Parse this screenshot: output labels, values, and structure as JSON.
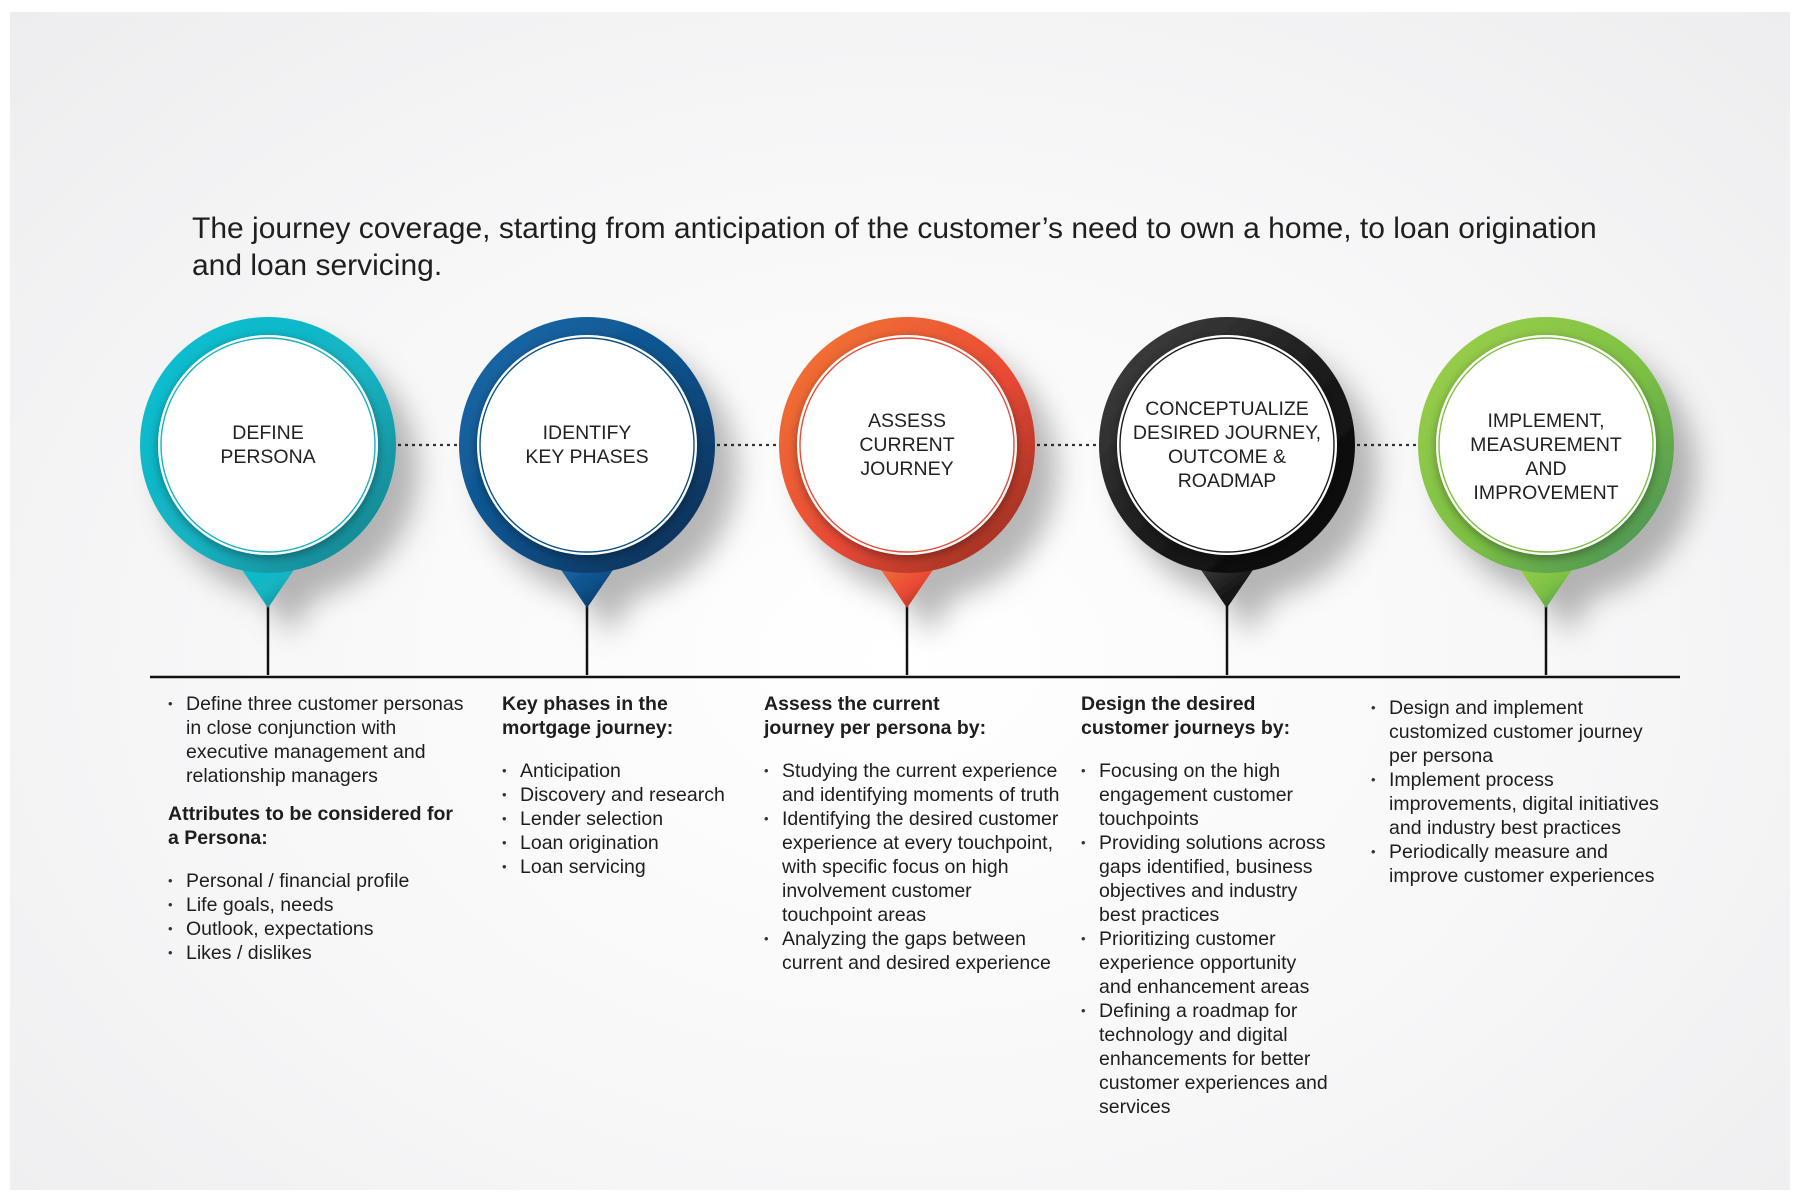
{
  "headline": "The journey coverage, starting from anticipation of the customer’s need to own a home, to loan origination and loan servicing.",
  "stages": [
    {
      "label": [
        "DEFINE",
        "PERSONA"
      ],
      "colors": [
        "#14b3c2",
        "#0bc0d3",
        "#1a7a83"
      ],
      "details": {
        "bullets_top": [
          "Define three customer personas in close conjunction with executive management and relationship managers"
        ],
        "subheading": "Attributes to be considered for a Persona:",
        "bullets": [
          "Personal / financial profile",
          "Life goals, needs",
          "Outlook, expectations",
          "Likes / dislikes"
        ]
      }
    },
    {
      "label": [
        "IDENTIFY",
        "KEY PHASES"
      ],
      "colors": [
        "#0b4f88",
        "#1c6cad",
        "#06284a"
      ],
      "details": {
        "heading": "Key phases in the mortgage journey:",
        "bullets": [
          "Anticipation",
          "Discovery and research",
          "Lender selection",
          "Loan origination",
          "Loan servicing"
        ]
      }
    },
    {
      "label": [
        "ASSESS",
        "CURRENT",
        "JOURNEY"
      ],
      "colors": [
        "#ea4a36",
        "#f27a32",
        "#8a2a1c"
      ],
      "details": {
        "heading": "Assess the current journey per persona by:",
        "bullets": [
          "Studying the current experience and identifying moments of truth",
          "Identifying the desired customer experience at every touchpoint, with specific focus on high involvement customer touchpoint areas",
          "Analyzing the gaps between current and desired experience"
        ]
      }
    },
    {
      "label": [
        "CONCEPTUALIZE",
        "DESIRED JOURNEY,",
        "OUTCOME &",
        "ROADMAP"
      ],
      "colors": [
        "#1b1b1b",
        "#444444",
        "#000000"
      ],
      "details": {
        "heading": "Design the desired customer journeys by:",
        "bullets": [
          "Focusing on the high engagement customer touchpoints",
          "Providing solutions across gaps identified, business objectives and industry best practices",
          "Prioritizing customer experience opportunity and enhancement areas",
          "Defining a roadmap for technology and digital enhancements for better customer experiences and services"
        ]
      }
    },
    {
      "label": [
        "IMPLEMENT,",
        "MEASUREMENT",
        "AND IMPROVEMENT"
      ],
      "colors": [
        "#7cc043",
        "#9ed04d",
        "#3f8a5a"
      ],
      "details": {
        "bullets": [
          "Design and implement customized customer journey per persona",
          "Implement process improvements, digital initiatives and industry best practices",
          "Periodically measure and improve customer experiences"
        ]
      }
    }
  ]
}
